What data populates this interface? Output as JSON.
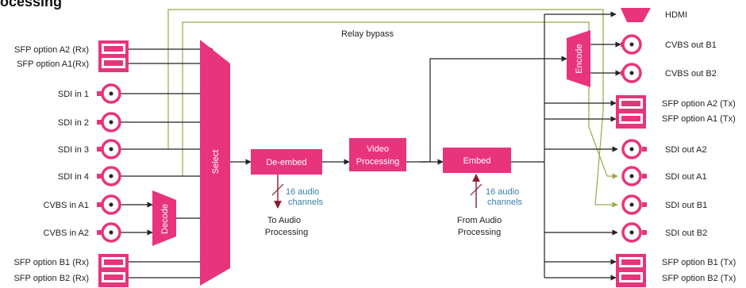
{
  "title": "ocessing",
  "colors": {
    "accent": "#e8347c",
    "line": "#222222",
    "bypass": "#9aa84a",
    "audio": "#8b1a32",
    "audio_label": "#3a7fa8"
  },
  "inputs": {
    "sfp_a2_rx": "SFP option A2 (Rx)",
    "sfp_a1_rx": "SFP option A1(Rx)",
    "sdi_in_1": "SDI in 1",
    "sdi_in_2": "SDI in 2",
    "sdi_in_3": "SDI in 3",
    "sdi_in_4": "SDI in 4",
    "cvbs_in_a1": "CVBS in A1",
    "cvbs_in_a2": "CVBS in A2",
    "sfp_b1_rx": "SFP option B1 (Rx)",
    "sfp_b2_rx": "SFP option B2 (Rx)"
  },
  "outputs": {
    "hdmi": "HDMI",
    "cvbs_out_b1": "CVBS out B1",
    "cvbs_out_b2": "CVBS out  B2",
    "sfp_a2_tx": "SFP option A2 (Tx)",
    "sfp_a1_tx": "SFP option A1 (Tx)",
    "sdi_out_a2": "SDI out A2",
    "sdi_out_a1": "SDI out A1",
    "sdi_out_b1": "SDI out B1",
    "sdi_out_b2": "SDI out B2",
    "sfp_b1_tx": "SFP option B1 (Tx)",
    "sfp_b2_tx": "SFP option B2 (Tx)"
  },
  "blocks": {
    "select": "Select",
    "decode": "Decode",
    "encode": "Encode",
    "de_embed": "De-embed",
    "video_processing_1": "Video",
    "video_processing_2": "Processing",
    "embed": "Embed"
  },
  "labels": {
    "relay_bypass": "Relay bypass",
    "audio_channels_count": "16 audio",
    "audio_channels_word": "channels",
    "to_audio_1": "To Audio",
    "to_audio_2": "Processing",
    "from_audio_1": "From Audio",
    "from_audio_2": "Processing"
  }
}
